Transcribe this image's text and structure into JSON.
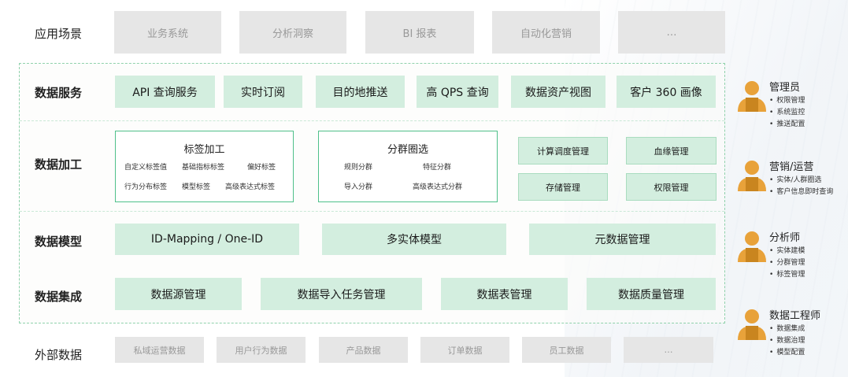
{
  "scenarios": {
    "label": "应用场景",
    "items": [
      "业务系统",
      "分析洞察",
      "BI 报表",
      "自动化营销",
      "…"
    ]
  },
  "data_service": {
    "label": "数据服务",
    "items": [
      "API 查询服务",
      "实时订阅",
      "目的地推送",
      "高 QPS 查询",
      "数据资产视图",
      "客户 360 画像"
    ]
  },
  "data_processing": {
    "label": "数据加工",
    "tag_group": {
      "title": "标签加工",
      "items": [
        "自定义标签值",
        "基础指标标签",
        "偏好标签",
        "行为分布标签",
        "模型标签",
        "高级表达式标签"
      ]
    },
    "segment_group": {
      "title": "分群圈选",
      "items": [
        "规则分群",
        "特征分群",
        "导入分群",
        "高级表达式分群"
      ]
    },
    "mgmt_items": [
      "计算调度管理",
      "血缘管理",
      "存储管理",
      "权限管理"
    ]
  },
  "data_model": {
    "label": "数据模型",
    "items": [
      "ID-Mapping / One-ID",
      "多实体模型",
      "元数据管理"
    ]
  },
  "data_integration": {
    "label": "数据集成",
    "items": [
      "数据源管理",
      "数据导入任务管理",
      "数据表管理",
      "数据质量管理"
    ]
  },
  "external_data": {
    "label": "外部数据",
    "items": [
      "私域运营数据",
      "用户行为数据",
      "产品数据",
      "订单数据",
      "员工数据",
      "…"
    ]
  },
  "roles": [
    {
      "title": "管理员",
      "items": [
        "权限管理",
        "系统监控",
        "推送配置"
      ]
    },
    {
      "title": "营销/运营",
      "items": [
        "实体/人群圈选",
        "客户信息即时查询"
      ]
    },
    {
      "title": "分析师",
      "items": [
        "实体建模",
        "分群管理",
        "标签管理"
      ]
    },
    {
      "title": "数据工程师",
      "items": [
        "数据集成",
        "数据治理",
        "模型配置"
      ]
    }
  ],
  "colors": {
    "accent_green_fill": "#d3eedf",
    "accent_green_border": "#4fc08a",
    "gray_box": "#e6e6e6",
    "avatar_orange": "#e8a23a"
  }
}
